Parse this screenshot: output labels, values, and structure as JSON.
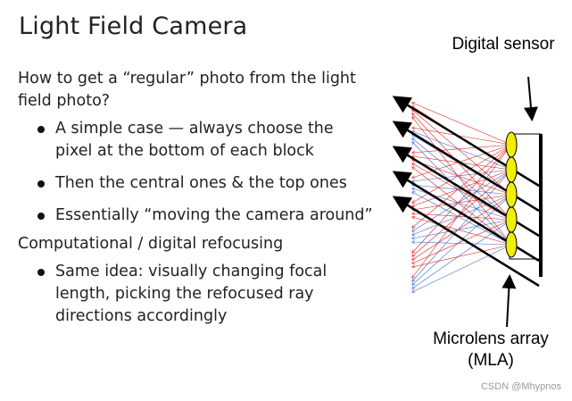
{
  "slide": {
    "title": "Light Field Camera",
    "intro": "How to get a “regular” photo from the light field photo?",
    "bullets1": [
      "A simple case — always choose the pixel at the bottom of each block",
      "Then the central ones & the top ones",
      "Essentially “moving the camera around”"
    ],
    "section2": "Computational / digital refocusing",
    "bullets2": [
      "Same idea: visually changing focal length, picking the refocused ray directions accordingly"
    ]
  },
  "diagram": {
    "sensor_label": "Digital sensor",
    "mla_label": "Microlens array (MLA)",
    "colors": {
      "lens": "#f2ee00",
      "ray_red": "#e0201e",
      "ray_blue": "#3a6cc8",
      "ray_main": "#000000"
    },
    "lens_icon": "microlens-ellipse",
    "arrow_icon": "arrow"
  },
  "watermark": "CSDN @Mhypnos"
}
